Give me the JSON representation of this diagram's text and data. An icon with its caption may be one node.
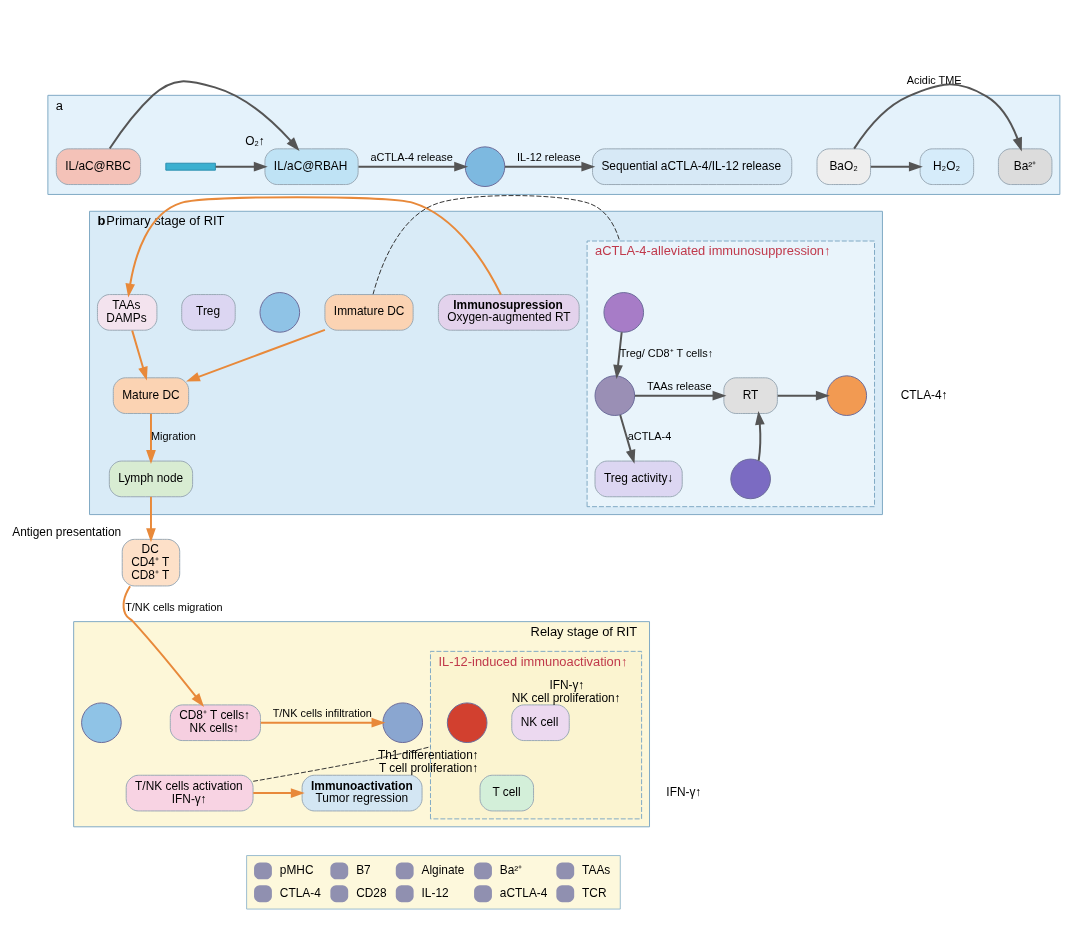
{
  "diagram": {
    "nodes": [
      {
        "text": [
          "a"
        ]
      },
      {
        "text": [
          "BaO₂"
        ],
        "in": 0
      },
      {
        "text": [
          "Ba²⁺"
        ],
        "in": 0
      },
      {
        "text": [
          "H₂O₂"
        ],
        "in": 0
      },
      {
        "text": [],
        "shape": "bar",
        "in": 0
      },
      {
        "text": [
          "IL/aC@RBC"
        ],
        "in": 0
      },
      {
        "text": [
          "IL/aC@RBAH"
        ],
        "beside": [
          "O₂↑"
        ],
        "in": 0
      },
      {
        "text": [],
        "shape": "circle",
        "in": 0
      },
      {
        "text": [
          "Sequential aCTLA-4/IL-12 release"
        ],
        "in": 0
      },
      {
        "text": [
          "b",
          "Primary stage of RIT"
        ]
      },
      {
        "text": [],
        "shape": "circle",
        "in": 9
      },
      {
        "text": [
          "Immunosupression",
          "Oxygen-augmented RT"
        ],
        "in": 9
      },
      {
        "text": [
          "TAAs",
          "DAMPs"
        ],
        "in": 9
      },
      {
        "text": [
          "Treg"
        ],
        "in": 9
      },
      {
        "text": [
          "Immature DC"
        ],
        "in": 9
      },
      {
        "text": [
          "Mature DC"
        ],
        "in": 9
      },
      {
        "text": [
          "Lymph node"
        ],
        "in": 9
      },
      {
        "text": [
          "DC",
          "CD4⁺ T",
          "CD8⁺ T"
        ],
        "beside": [
          "Antigen presentation"
        ]
      },
      {
        "text": [
          "aCTLA-4-alleviated immunosuppression↑"
        ],
        "in": 9
      },
      {
        "text": [],
        "shape": "circle",
        "in": 18
      },
      {
        "text": [],
        "shape": "circle",
        "in": 18
      },
      {
        "text": [
          "RT"
        ],
        "in": 18
      },
      {
        "text": [],
        "shape": "circle",
        "in": 18
      },
      {
        "text": [],
        "shape": "circle",
        "in": 18
      },
      {
        "text": [
          "Treg activity↓"
        ],
        "in": 18
      },
      {
        "text": [
          "Relay stage of RIT"
        ]
      },
      {
        "text": [],
        "shape": "circle",
        "in": 25
      },
      {
        "text": [
          "CD8⁺ T cells↑",
          "NK cells↑"
        ],
        "in": 25
      },
      {
        "text": [],
        "shape": "circle",
        "in": 25
      },
      {
        "text": [
          "T/NK cells activation",
          "IFN-γ↑"
        ],
        "in": 25
      },
      {
        "text": [
          "Immunoactivation",
          "Tumor regression"
        ],
        "in": 25
      },
      {
        "text": [
          "IL-12-induced immunoactivation↑"
        ],
        "in": 25
      },
      {
        "text": [],
        "shape": "circle",
        "in": 31
      },
      {
        "text": [
          "NK cell"
        ],
        "beside": [
          "IFN-γ↑",
          "NK cell proliferation↑"
        ],
        "in": 31
      },
      {
        "text": [
          "T cell"
        ],
        "beside": [
          "Th1 differentiation↑",
          "T cell proliferation↑"
        ],
        "in": 31
      }
    ],
    "edges": [
      {
        "from": 1,
        "to": 2,
        "arrow": "to",
        "label": "Acidic TME"
      },
      {
        "from": 1,
        "to": 3,
        "arrow": "to"
      },
      {
        "from": 4,
        "to": 6,
        "arrow": "to"
      },
      {
        "from": 5,
        "to": 6,
        "arrow": "to"
      },
      {
        "from": 6,
        "to": 7,
        "arrow": "to",
        "label": "aCTLA-4 release"
      },
      {
        "from": 7,
        "to": 8,
        "arrow": "to",
        "label": "IL-12 release"
      },
      {
        "from": 11,
        "to": 12,
        "arrow": "to",
        "color": "#e8893a"
      },
      {
        "from": 12,
        "to": 15,
        "arrow": "to",
        "color": "#e8893a"
      },
      {
        "from": 14,
        "to": 15,
        "arrow": "to",
        "color": "#e8893a"
      },
      {
        "from": 15,
        "to": 16,
        "arrow": "to",
        "label": "Migration",
        "color": "#e8893a"
      },
      {
        "from": 16,
        "to": 17,
        "arrow": "to",
        "color": "#e8893a"
      },
      {
        "from": 14,
        "to": 18,
        "arrow": "none",
        "style": "dashed",
        "color": "#333333"
      },
      {
        "from": 19,
        "to": 20,
        "arrow": "to",
        "label": "Treg/ CD8⁺ T cells↑"
      },
      {
        "from": 20,
        "to": 21,
        "arrow": "to",
        "label": "TAAs release"
      },
      {
        "from": 21,
        "to": 22,
        "arrow": "to"
      },
      {
        "from": 23,
        "to": 21,
        "arrow": "to"
      },
      {
        "from": 20,
        "to": 24,
        "arrow": "to",
        "label": "aCTLA-4"
      },
      {
        "from": 17,
        "to": 27,
        "arrow": "to",
        "label": "T/NK cells migration",
        "color": "#e8893a"
      },
      {
        "from": 27,
        "to": 28,
        "arrow": "to",
        "label": "T/NK cells infiltration",
        "color": "#e8893a"
      },
      {
        "from": 29,
        "to": 30,
        "arrow": "to",
        "color": "#e8893a"
      },
      {
        "from": 29,
        "to": 31,
        "arrow": "none",
        "style": "dashed",
        "color": "#333333"
      }
    ],
    "labels": [
      "CTLA-4↑",
      "IFN-γ↑"
    ],
    "legend": [
      {
        "text": "pMHC"
      },
      {
        "text": "B7"
      },
      {
        "text": "Alginate"
      },
      {
        "text": "Ba²⁺"
      },
      {
        "text": "TAAs"
      },
      {
        "text": "CTLA-4"
      },
      {
        "text": "CD28"
      },
      {
        "text": "IL-12"
      },
      {
        "text": "aCTLA-4"
      },
      {
        "text": "TCR"
      }
    ]
  }
}
